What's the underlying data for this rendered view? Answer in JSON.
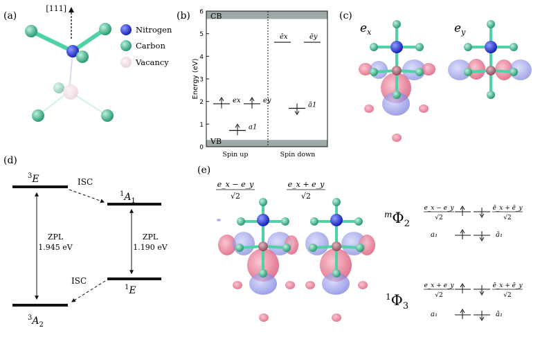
{
  "panels": {
    "a": "(a)",
    "b": "(b)",
    "c": "(c)",
    "d": "(d)",
    "e": "(e)"
  },
  "panel_a": {
    "direction_label": "[111]",
    "legend": [
      {
        "label": "Nitrogen",
        "color": "#1f2fd8"
      },
      {
        "label": "Carbon",
        "color": "#2fa27a"
      },
      {
        "label": "Vacancy",
        "color": "#f1d9de"
      }
    ]
  },
  "chart_data": {
    "type": "energy-level diagram",
    "ylabel": "Energy (eV)",
    "ylim": [
      0,
      6
    ],
    "yticks": [
      "0",
      "1",
      "2",
      "3",
      "4",
      "5",
      "6"
    ],
    "bands": {
      "cb": "CB",
      "vb": "VB",
      "cb_bottom": 5.65,
      "vb_top": 0.3
    },
    "columns": [
      "Spin up",
      "Spin down"
    ],
    "levels": [
      {
        "column": "Spin up",
        "energy": 0.72,
        "label": "a1",
        "spin": "up"
      },
      {
        "column": "Spin up",
        "energy": 1.9,
        "label": "ex",
        "spin": "up"
      },
      {
        "column": "Spin up",
        "energy": 1.9,
        "label": "ey",
        "spin": "up"
      },
      {
        "column": "Spin down",
        "energy": 1.7,
        "label": "ā1",
        "spin": "down"
      },
      {
        "column": "Spin down",
        "energy": 4.62,
        "label": "ēx",
        "spin": "none"
      },
      {
        "column": "Spin down",
        "energy": 4.62,
        "label": "ēy",
        "spin": "none"
      }
    ]
  },
  "panel_c": {
    "label_left": "e_x",
    "label_right": "e_y"
  },
  "panel_d": {
    "state_3E": "E",
    "state_3E_sup": "3",
    "state_1A1": "A",
    "state_1A1_sub": "1",
    "state_1A1_sup": "1",
    "state_1E": "E",
    "state_1E_sup": "1",
    "state_3A2": "A",
    "state_3A2_sub": "2",
    "state_3A2_sup": "3",
    "isc_top": "ISC",
    "isc_bottom": "ISC",
    "zpl_left": "ZPL",
    "zpl_left_value": "1.945 eV",
    "zpl_right": "ZPL",
    "zpl_right_value": "1.190 eV"
  },
  "panel_e": {
    "mol_left_num": "e_x − e_y",
    "mol_left_den": "√2",
    "mol_right_num": "e_x + e_y",
    "mol_right_den": "√2",
    "phi2_sup": "m",
    "phi2": "Φ",
    "phi2_sub": "2",
    "phi3_sup": "1",
    "phi3": "Φ",
    "phi3_sub": "3",
    "phi2_top_left_num": "e_x − e_y",
    "phi2_top_left_den": "√2",
    "phi2_top_right_num": "ē_x + ē_y",
    "phi2_top_right_den": "√2",
    "phi3_top_left_num": "e_x + e_y",
    "phi3_top_left_den": "√2",
    "phi3_top_right_num": "ē_x + ē_y",
    "phi3_top_right_den": "√2",
    "a1_left": "a₁",
    "a1_right": "ā₁",
    "a1_left_b": "a₁",
    "a1_right_b": "ā₁"
  }
}
